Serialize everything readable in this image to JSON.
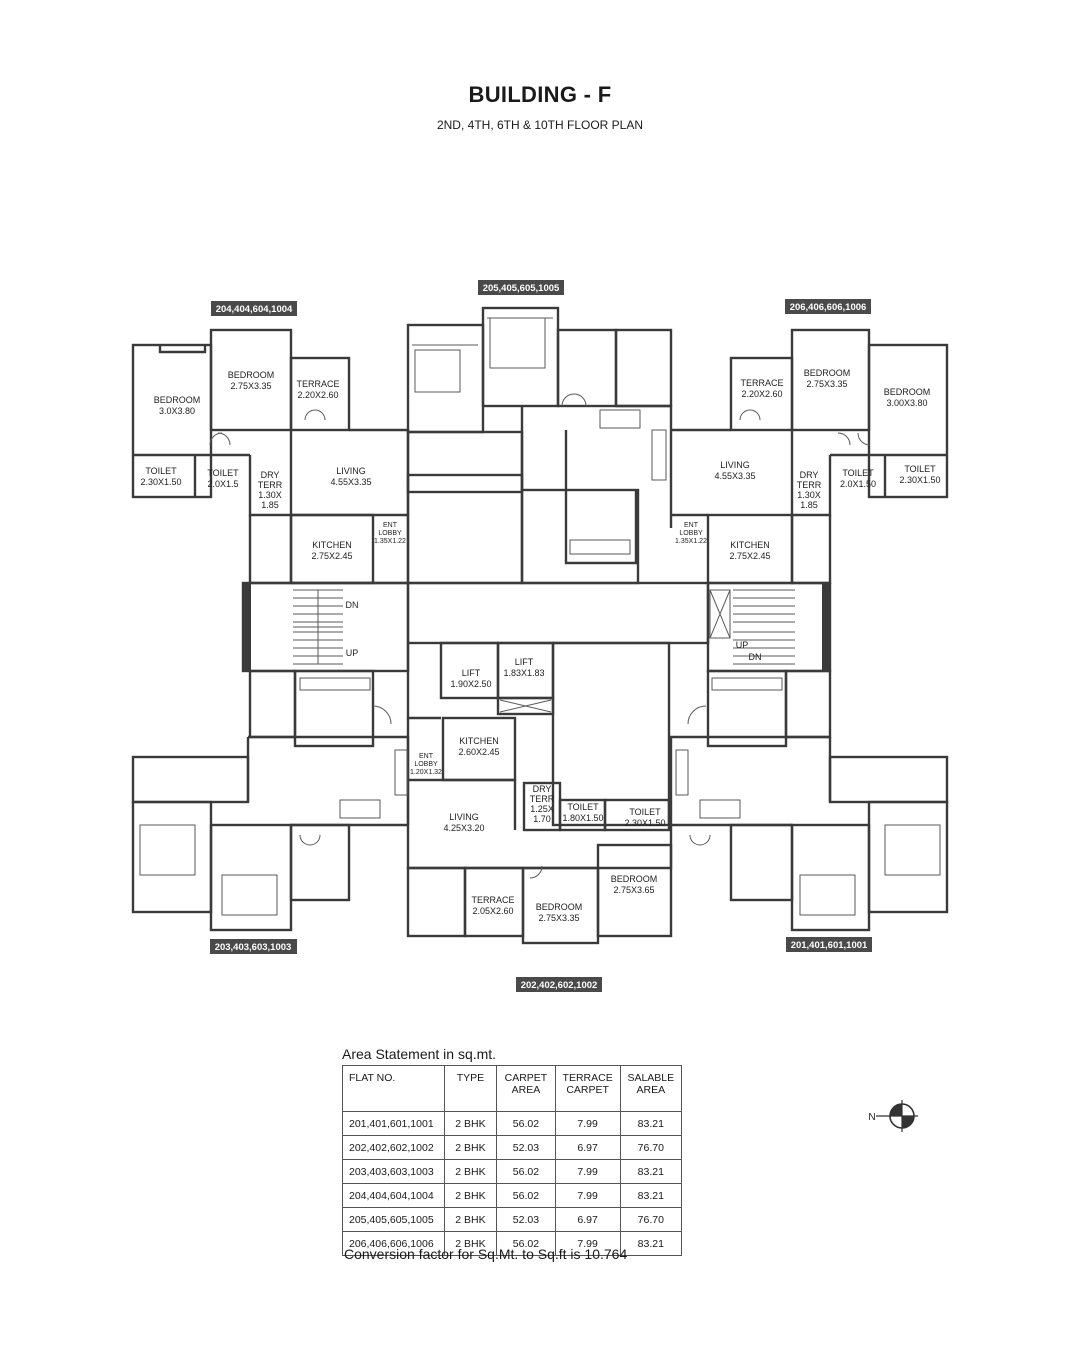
{
  "header": {
    "title": "BUILDING - F",
    "subtitle": "2ND, 4TH, 6TH & 10TH FLOOR PLAN"
  },
  "flat_tags": {
    "top_center": "205,405,605,1005",
    "top_left": "204,404,604,1004",
    "top_right": "206,406,606,1006",
    "bottom_left": "203,403,603,1003",
    "bottom_right": "201,401,601,1001",
    "bottom_center": "202,402,602,1002"
  },
  "rooms": {
    "tl_bedroom1": [
      "BEDROOM",
      "3.0X3.80"
    ],
    "tl_bedroom2": [
      "BEDROOM",
      "2.75X3.35"
    ],
    "tl_terrace": [
      "TERRACE",
      "2.20X2.60"
    ],
    "tl_toilet1": [
      "TOILET",
      "2.30X1.50"
    ],
    "tl_toilet2": [
      "TOILET",
      "2.0X1.5"
    ],
    "tl_dry": [
      "DRY",
      "TERR",
      "1.30X",
      "1.85"
    ],
    "tl_living": [
      "LIVING",
      "4.55X3.35"
    ],
    "tl_kitchen": [
      "KITCHEN",
      "2.75X2.45"
    ],
    "tl_lobby": [
      "ENT",
      "LOBBY",
      "1.35X1.22"
    ],
    "tr_bedroom1": [
      "BEDROOM",
      "3.00X3.80"
    ],
    "tr_bedroom2": [
      "BEDROOM",
      "2.75X3.35"
    ],
    "tr_terrace": [
      "TERRACE",
      "2.20X2.60"
    ],
    "tr_toilet1": [
      "TOILET",
      "2.30X1.50"
    ],
    "tr_toilet2": [
      "TOILET",
      "2.0X1.50"
    ],
    "tr_dry": [
      "DRY",
      "TERR",
      "1.30X",
      "1.85"
    ],
    "tr_living": [
      "LIVING",
      "4.55X3.35"
    ],
    "tr_kitchen": [
      "KITCHEN",
      "2.75X2.45"
    ],
    "tr_lobby": [
      "ENT",
      "LOBBY",
      "1.35X1.22"
    ],
    "stair_dn": "DN",
    "stair_up": "UP",
    "stair2_up": "UP",
    "stair2_dn": "DN",
    "lift1": [
      "LIFT",
      "1.90X2.50"
    ],
    "lift2": [
      "LIFT",
      "1.83X1.83"
    ],
    "bc_kitchen": [
      "KITCHEN",
      "2.60X2.45"
    ],
    "bc_lobby": [
      "ENT",
      "LOBBY",
      "1.20X1.32"
    ],
    "bc_living": [
      "LIVING",
      "4.25X3.20"
    ],
    "bc_dry": [
      "DRY",
      "TERR",
      "1.25X",
      "1.70"
    ],
    "bc_toilet1": [
      "TOILET",
      "1.80X1.50"
    ],
    "bc_toilet2": [
      "TOILET",
      "2.30X1.50"
    ],
    "bc_terrace": [
      "TERRACE",
      "2.05X2.60"
    ],
    "bc_bedroom1": [
      "BEDROOM",
      "2.75X3.35"
    ],
    "bc_bedroom2": [
      "BEDROOM",
      "2.75X3.65"
    ]
  },
  "area_statement": {
    "title": "Area Statement in sq.mt.",
    "headers": [
      "FLAT NO.",
      "TYPE",
      "CARPET AREA",
      "TERRACE CARPET",
      "SALABLE AREA"
    ],
    "rows": [
      [
        "201,401,601,1001",
        "2 BHK",
        "56.02",
        "7.99",
        "83.21"
      ],
      [
        "202,402,602,1002",
        "2 BHK",
        "52.03",
        "6.97",
        "76.70"
      ],
      [
        "203,403,603,1003",
        "2 BHK",
        "56.02",
        "7.99",
        "83.21"
      ],
      [
        "204,404,604,1004",
        "2 BHK",
        "56.02",
        "7.99",
        "83.21"
      ],
      [
        "205,405,605,1005",
        "2 BHK",
        "52.03",
        "6.97",
        "76.70"
      ],
      [
        "206,406,606,1006",
        "2 BHK",
        "56.02",
        "7.99",
        "83.21"
      ]
    ],
    "note": "Conversion factor for Sq.Mt. to Sq.ft is 10.764"
  },
  "compass": {
    "label": "N"
  }
}
